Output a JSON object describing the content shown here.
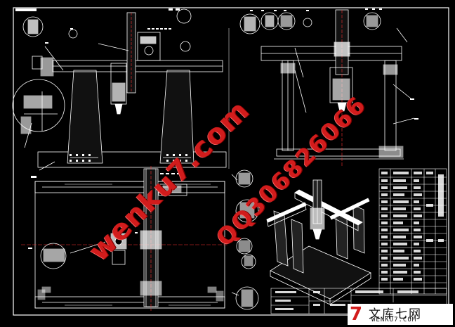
{
  "watermark": {
    "site": "wenku7.com",
    "qq": "QQ306826066"
  },
  "logo": {
    "mark": "7",
    "name_cn": "文库七网",
    "url": "WENKU7.COM"
  },
  "colors": {
    "background": "#000000",
    "lines": "#ffffff",
    "centerline": "#ff3030",
    "watermark": "#d21c1c"
  }
}
